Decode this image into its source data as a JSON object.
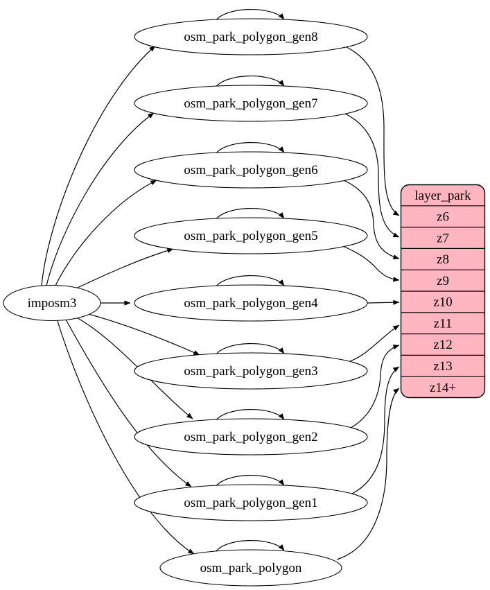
{
  "diagram": {
    "kind": "etl-mapping-graph",
    "importer": {
      "label": "imposm3"
    },
    "tables": [
      {
        "label": "osm_park_polygon_gen8",
        "zoom_target": "z6"
      },
      {
        "label": "osm_park_polygon_gen7",
        "zoom_target": "z7"
      },
      {
        "label": "osm_park_polygon_gen6",
        "zoom_target": "z8"
      },
      {
        "label": "osm_park_polygon_gen5",
        "zoom_target": "z9"
      },
      {
        "label": "osm_park_polygon_gen4",
        "zoom_target": "z10"
      },
      {
        "label": "osm_park_polygon_gen3",
        "zoom_target": "z11"
      },
      {
        "label": "osm_park_polygon_gen2",
        "zoom_target": "z12"
      },
      {
        "label": "osm_park_polygon_gen1",
        "zoom_target": "z13"
      },
      {
        "label": "osm_park_polygon",
        "zoom_target": "z14+"
      }
    ],
    "layer": {
      "title": "layer_park",
      "zoom_rows": [
        "z6",
        "z7",
        "z8",
        "z9",
        "z10",
        "z11",
        "z12",
        "z13",
        "z14+"
      ]
    },
    "colors": {
      "layer_fill": "#ffb6c1",
      "node_fill": "#ffffff",
      "stroke": "#000000"
    }
  }
}
